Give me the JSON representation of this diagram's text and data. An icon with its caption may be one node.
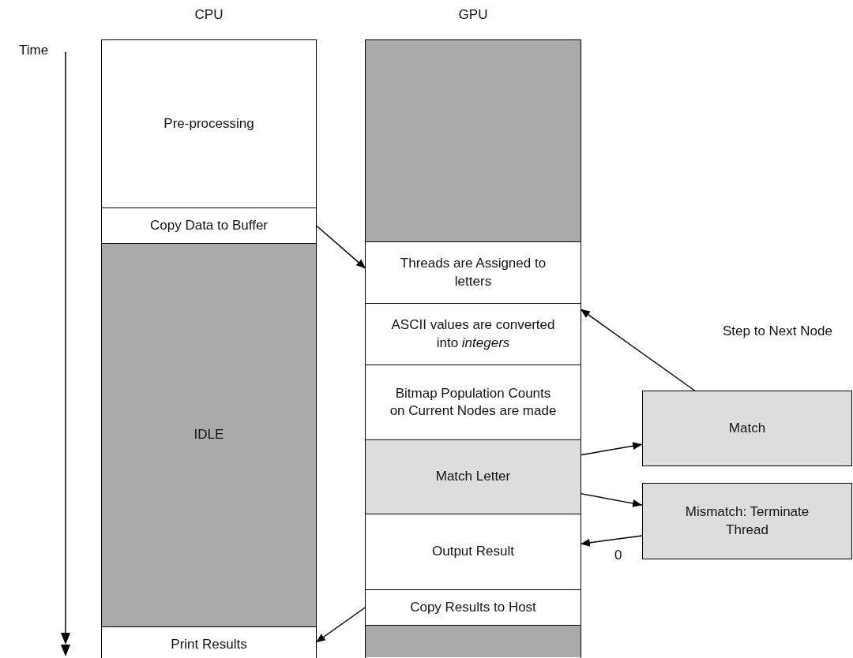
{
  "diagram": {
    "nodes": [
      {
        "text": [
          "CPU"
        ]
      },
      {
        "text": [
          "Pre-processing"
        ],
        "in": 0
      },
      {
        "text": [
          "Copy Data to Buffer"
        ],
        "in": 0
      },
      {
        "text": [
          "IDLE"
        ],
        "in": 0
      },
      {
        "text": [
          "Print Results"
        ],
        "in": 0
      },
      {
        "text": [
          "GPU"
        ]
      },
      {
        "text": [],
        "shape": "box",
        "in": 5
      },
      {
        "text": [
          "Threads are Assigned to letters"
        ],
        "in": 5
      },
      {
        "text": [
          "ASCII values are converted into *integers*"
        ],
        "in": 5
      },
      {
        "text": [
          "Bitmap Population Counts on Current Nodes are made"
        ],
        "in": 5
      },
      {
        "text": [
          "Match Letter"
        ],
        "in": 5
      },
      {
        "text": [
          "Output Result"
        ],
        "in": 5
      },
      {
        "text": [
          "Copy Results to Host"
        ],
        "in": 5
      },
      {
        "text": [],
        "shape": "box",
        "in": 5
      },
      {
        "text": [
          "Match"
        ]
      },
      {
        "text": [
          "Mismatch: Terminate Thread"
        ]
      }
    ],
    "edges": [
      {
        "from": 2,
        "to": 7,
        "arrow": "to"
      },
      {
        "from": 14,
        "to": 8,
        "arrow": "to",
        "label": "Step to Next Node"
      },
      {
        "from": 10,
        "to": 14,
        "arrow": "to"
      },
      {
        "from": 10,
        "to": 15,
        "arrow": "to"
      },
      {
        "from": 15,
        "to": 11,
        "arrow": "to",
        "label": "0"
      },
      {
        "from": 12,
        "to": 4,
        "arrow": "to"
      }
    ],
    "labels": [
      "Time"
    ]
  }
}
